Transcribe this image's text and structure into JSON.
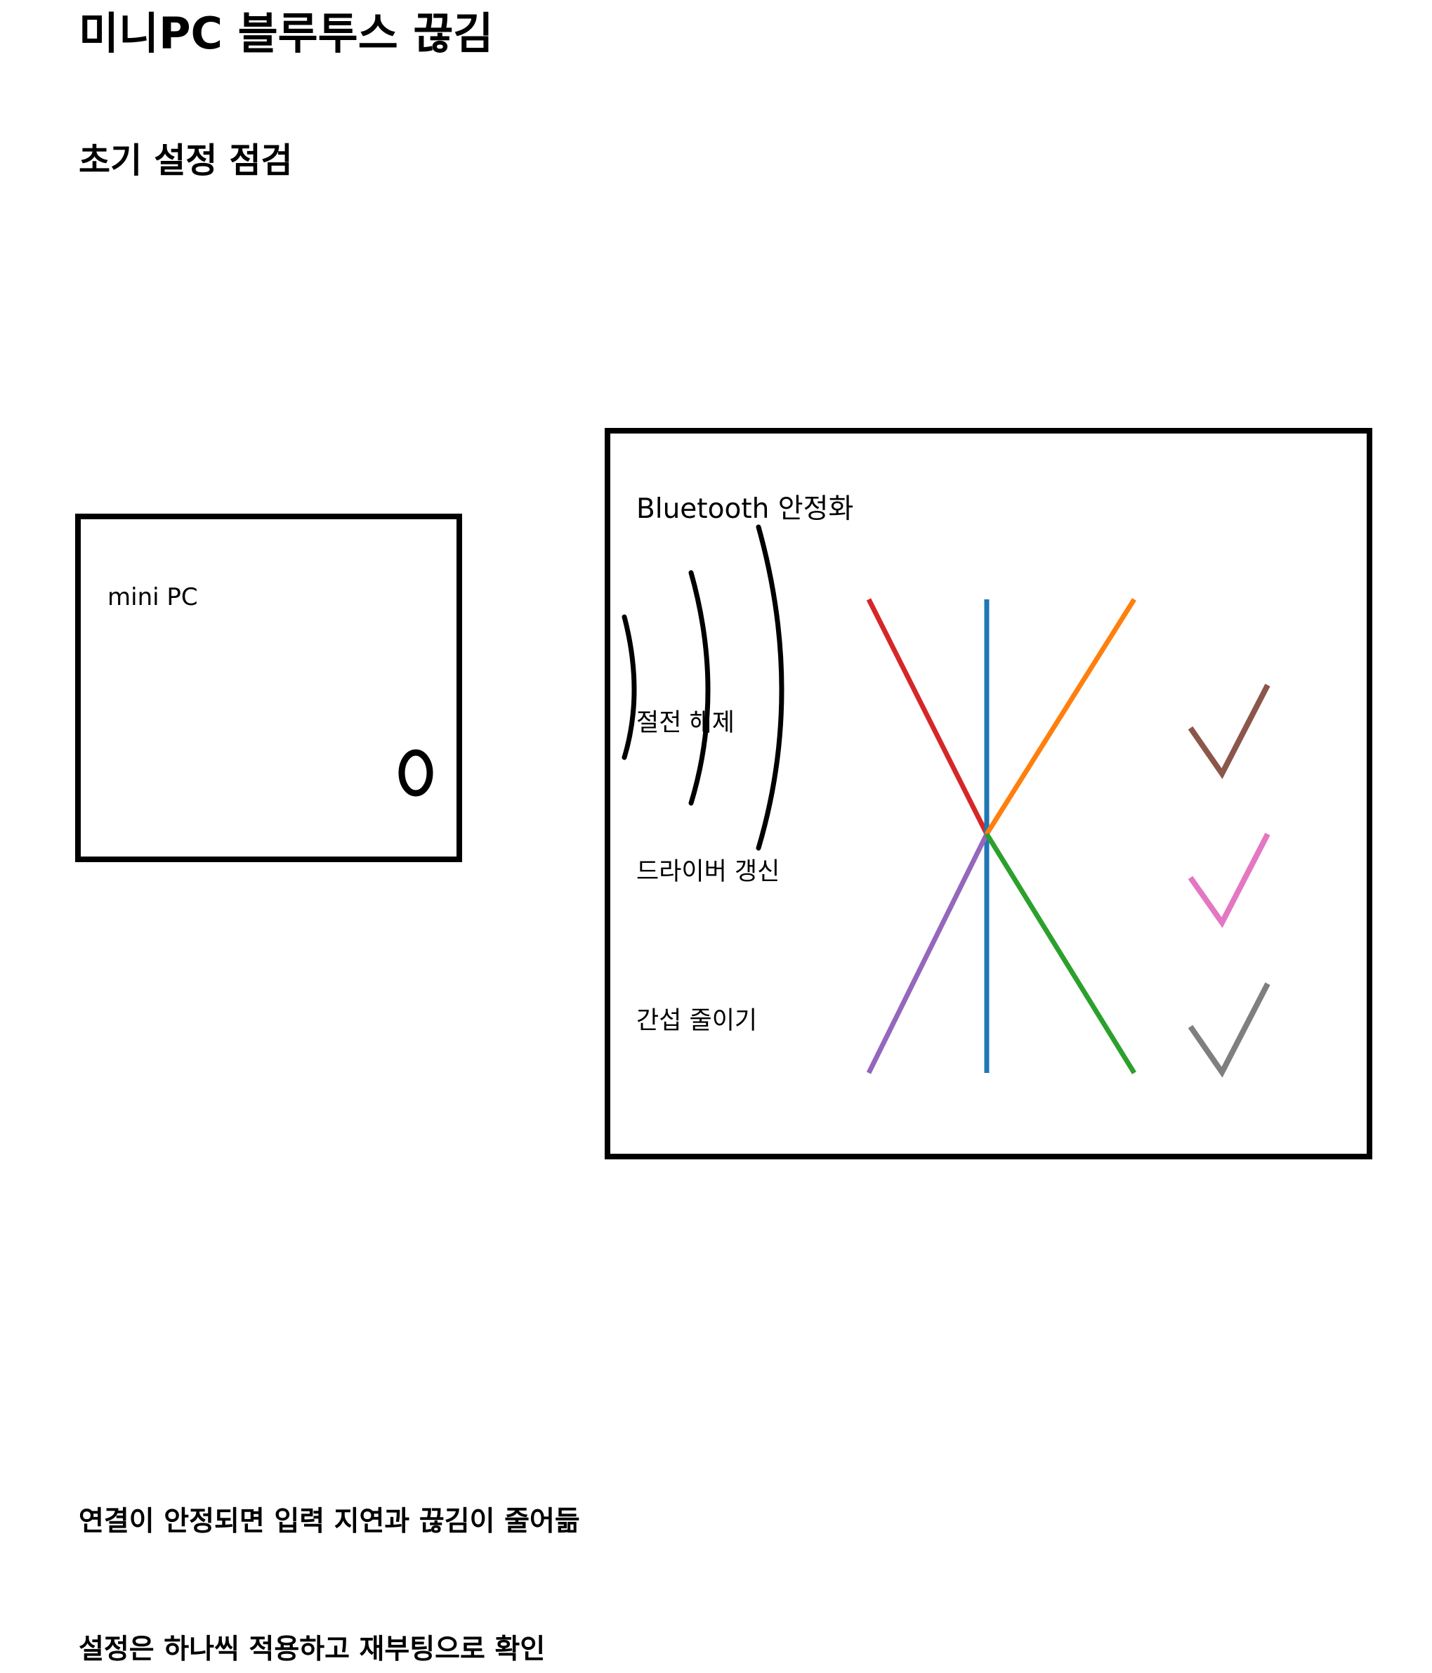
{
  "title": "미니PC 블루투스 끊김",
  "section_title": "초기 설정 점검",
  "device": {
    "label": "mini PC"
  },
  "panel": {
    "title": "Bluetooth 안정화",
    "steps": [
      {
        "label": "절전 해제",
        "check_color": "#8c564b"
      },
      {
        "label": "드라이버 갱신",
        "check_color": "#e377c2"
      },
      {
        "label": "간섭 줄이기",
        "check_color": "#7f7f7f"
      }
    ],
    "line_colors": [
      "#d62728",
      "#1f77b4",
      "#ff7f0e",
      "#9467bd",
      "#2ca02c"
    ]
  },
  "notes": [
    "연결이 안정되면 입력 지연과 끊김이 줄어듦",
    "설정은 하나씩 적용하고 재부팅으로 확인"
  ]
}
